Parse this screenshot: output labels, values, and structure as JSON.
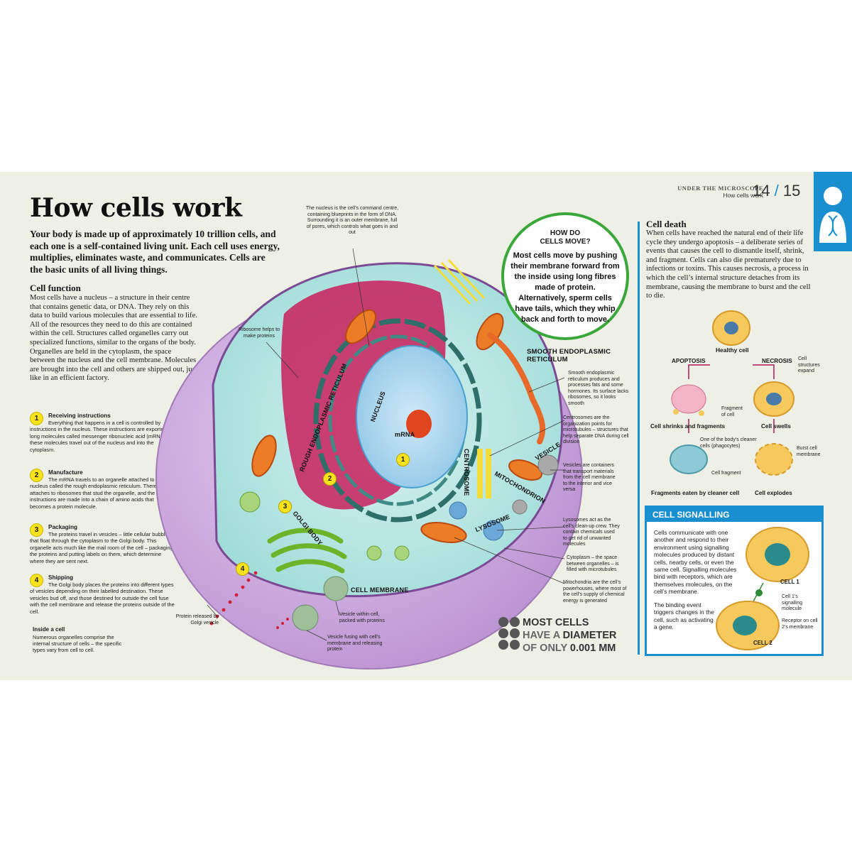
{
  "header": {
    "title": "How cells work",
    "intro": "Your body is made up of approximately 10 trillion cells, and each one is a self-contained living unit. Each cell uses energy, multiplies, eliminates waste, and communicates. Cells are the basic units of all living things.",
    "section_label": "UNDER THE MICROSCOPE",
    "section_sub": "How cells work",
    "page_left": "14",
    "page_sep": "/",
    "page_right": "15"
  },
  "cell_function": {
    "heading": "Cell function",
    "body": "Most cells have a nucleus – a structure in their centre that contains genetic data, or DNA. They rely on this data to build various molecules that are essential to life. All of the resources they need to do this are contained within the cell. Structures called organelles carry out specialized functions, similar to the organs of the body. Organelles are held in the cytoplasm, the space between the nucleus and the cell membrane. Molecules are brought into the cell and others are shipped out, just like in an efficient factory."
  },
  "steps": [
    {
      "num": "1",
      "title": "Receiving instructions",
      "text": "Everything that happens in a cell is controlled by instructions in the nucleus. These instructions are exported on long molecules called messenger ribonucleic acid (mRNA) – these molecules travel out of the nucleus and into the cytoplasm."
    },
    {
      "num": "2",
      "title": "Manufacture",
      "text": "The mRNA travels to an organelle attached to the nucleus called the rough endoplasmic reticulum. There, it attaches to ribosomes that stud the organelle, and the instructions are made into a chain of amino acids that becomes a protein molecule."
    },
    {
      "num": "3",
      "title": "Packaging",
      "text": "The proteins travel in vesicles – little cellular bubbles – that float through the cytoplasm to the Golgi body. This organelle acts much like the mail room of the cell – packaging the proteins and putting labels on them, which determine where they are sent next."
    },
    {
      "num": "4",
      "title": "Shipping",
      "text": "The Golgi body places the proteins into different types of vesicles depending on their labelled destination. These vesicles bud off, and those destined for outside the cell fuse with the cell membrane and release the proteins outside of the cell."
    }
  ],
  "inside_cell": {
    "heading": "Inside a cell",
    "text": "Numerous organelles comprise the internal structure of cells – the specific types vary from cell to cell."
  },
  "diagram": {
    "labels": {
      "nucleus": "NUCLEUS",
      "mrna": "mRNA",
      "rough_er": "ROUGH ENDOPLASMIC RETICULUM",
      "smooth_er": "SMOOTH ENDOPLASMIC RETICULUM",
      "golgi": "GOLGI BODY",
      "centrosome": "CENTROSOME",
      "vesicle": "VESICLE",
      "mitochondrion": "MITOCHONDRION",
      "lysosome": "LYSOSOME",
      "cell_membrane": "CELL MEMBRANE"
    },
    "markers": [
      "1",
      "2",
      "3",
      "4"
    ],
    "annotations": {
      "nucleus_note": "The nucleus is the cell’s command centre, containing blueprints in the form of DNA. Surrounding it is an outer membrane, full of pores, which controls what goes in and out",
      "ribosome_note": "Ribosome helps to make proteins",
      "smooth_er_note": "Smooth endoplasmic reticulum produces and processes fats and some hormones. Its surface lacks ribosomes, so it looks smooth",
      "centrosome_note": "Centrosomes are the organization points for microtubules – structures that help separate DNA during cell division",
      "vesicle_note": "Vesicles are containers that transport materials from the cell membrane to the interior and vice versa",
      "lysosome_note": "Lysosomes act as the cell’s clean-up crew. They contain chemicals used to get rid of unwanted molecules",
      "cytoplasm_note": "Cytoplasm – the space between organelles – is filled with microtubules",
      "mito_note": "Mitochondria are the cell’s powerhouses, where most of the cell’s supply of chemical energy is generated",
      "protein_note": "Protein released by Golgi vesicle",
      "vesicle_within_note": "Vesicle within cell, packed with proteins",
      "vesicle_fusing_note": "Vesicle fusing with cell’s membrane and releasing protein"
    }
  },
  "move_box": {
    "heading_1": "HOW DO",
    "heading_2": "CELLS MOVE?",
    "text": "Most cells move by pushing their membrane forward from the inside using long fibres made of protein. Alternatively, sperm cells have tails, which they whip back and forth to move."
  },
  "diameter_fact": {
    "line1": "MOST CELLS",
    "line2a": "HAVE A ",
    "line2b": "DIAMETER",
    "line3a": "OF ONLY ",
    "line3b": "0.001 MM"
  },
  "cell_death": {
    "heading": "Cell death",
    "text": "When cells have reached the natural end of their life cycle they undergo apoptosis – a deliberate series of events that causes the cell to dismantle itself, shrink, and fragment. Cells can also die prematurely due to infections or toxins. This causes necrosis, a process in which the cell’s internal structure detaches from its membrane, causing the membrane to burst and the cell to die.",
    "healthy": "Healthy cell",
    "apoptosis": "APOPTOSIS",
    "necrosis": "NECROSIS",
    "structures_expand": "Cell structures expand",
    "fragment_of_cell": "Fragment of cell",
    "shrinks": "Cell shrinks and fragments",
    "swells": "Cell swells",
    "cleaner_note": "One of the body’s cleaner cells (phagocytes)",
    "cell_fragment": "Cell fragment",
    "burst_membrane": "Burst cell membrane",
    "eaten": "Fragments eaten by cleaner cell",
    "explodes": "Cell explodes"
  },
  "signalling": {
    "heading": "CELL SIGNALLING",
    "text1": "Cells communicate with one another and respond to their environment using signalling molecules produced by distant cells, nearby cells, or even the same cell. Signalling molecules bind with receptors, which are themselves molecules, on the cell’s membrane.",
    "text2": "The binding event triggers changes in the cell, such as activating a gene.",
    "cell1": "CELL 1",
    "cell2": "CELL 2",
    "signal_note": "Cell 1’s signalling molecule",
    "receptor_note": "Receptor on cell 2’s membrane"
  },
  "colors": {
    "accent_blue": "#1a8fd0",
    "highlight_yellow": "#f7e21c",
    "move_green": "#3aa73a",
    "page_bg": "#eef0e6",
    "membrane_purple": "#c9a3d9"
  }
}
